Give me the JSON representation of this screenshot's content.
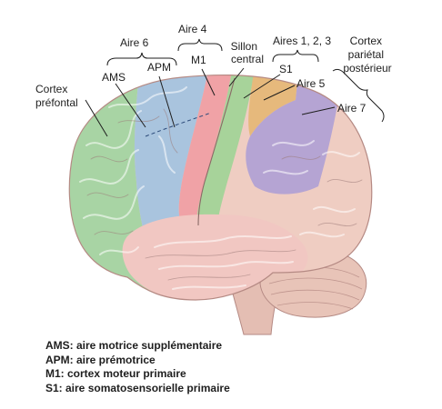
{
  "labels": {
    "aire6": "Aire 6",
    "aire4": "Aire 4",
    "sillon_central": [
      "Sillon",
      "central"
    ],
    "aires123": "Aires 1, 2, 3",
    "cortex_parietal": [
      "Cortex",
      "pariétal",
      "postérieur"
    ],
    "cortex_prefontal": [
      "Cortex",
      "préfontal"
    ],
    "ams": "AMS",
    "apm": "APM",
    "m1": "M1",
    "s1": "S1",
    "aire5": "Aire 5",
    "aire7": "Aire 7"
  },
  "legend": [
    "AMS: aire motrice supplémentaire",
    "APM: aire prémotrice",
    "M1: cortex moteur primaire",
    "S1: aire somatosensorielle primaire"
  ],
  "colors": {
    "prefrontal": "#a8d4a4",
    "premotor": "#a9c4de",
    "motor": "#f0a2a6",
    "somatosensory": "#a7d39a",
    "area5": "#e6b97c",
    "area7": "#b5a4d3",
    "temporal": "#f1c7c2",
    "occipital": "#efcdc2",
    "cerebellum": "#e8c4b8",
    "brainstem": "#e4beb3",
    "outline": "#b58a84"
  }
}
